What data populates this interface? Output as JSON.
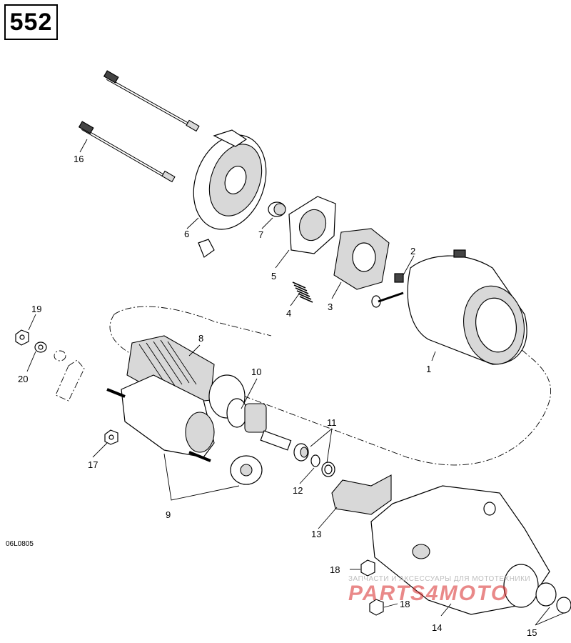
{
  "page_number": "552",
  "diagram_code": "06L0805",
  "callouts": {
    "c1": "1",
    "c2": "2",
    "c3": "3",
    "c4": "4",
    "c5": "5",
    "c6": "6",
    "c7": "7",
    "c8": "8",
    "c9": "9",
    "c10": "10",
    "c11": "11",
    "c12": "12",
    "c13": "13",
    "c14": "14",
    "c15": "15",
    "c16": "16",
    "c17": "17",
    "c18a": "18",
    "c18b": "18",
    "c19": "19",
    "c20": "20"
  },
  "watermark": {
    "tagline": "ЗАПЧАСТИ И АКСЕССУАРЫ ДЛЯ МОТОТЕХНИКИ",
    "logo": "PARTS4MOTO"
  }
}
